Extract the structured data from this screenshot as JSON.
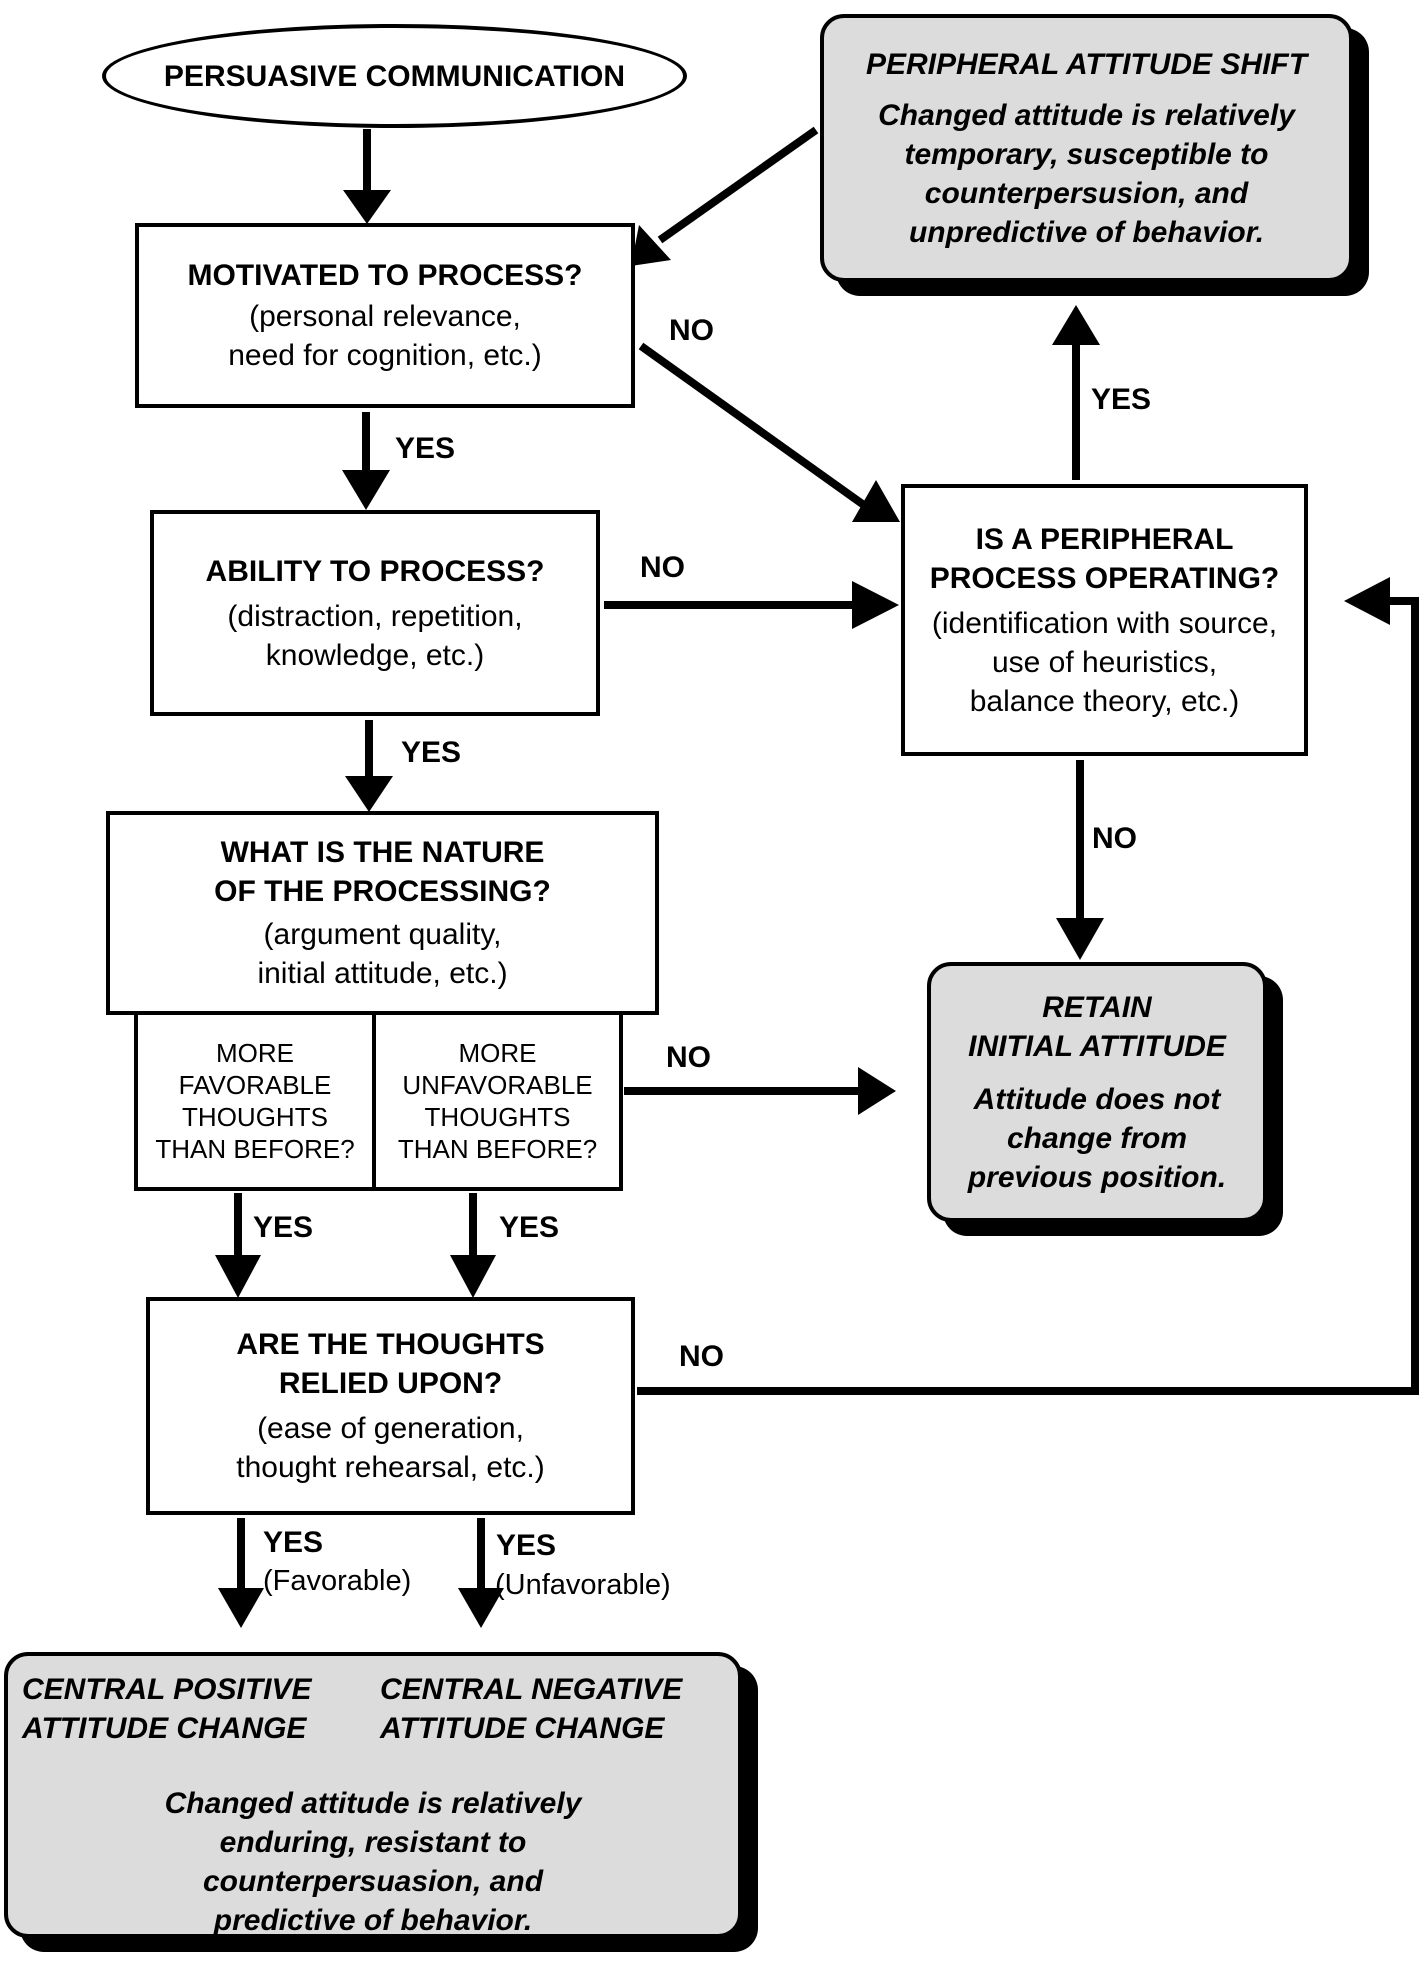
{
  "nodes": {
    "start": "PERSUASIVE COMMUNICATION",
    "motivated": {
      "title": "MOTIVATED TO PROCESS?",
      "line1": "(personal relevance,",
      "line2": "need for cognition, etc.)"
    },
    "ability": {
      "title": "ABILITY TO PROCESS?",
      "line1": "(distraction, repetition,",
      "line2": "knowledge, etc.)"
    },
    "nature": {
      "title1": "WHAT IS THE NATURE",
      "title2": "OF THE PROCESSING?",
      "line1": "(argument quality,",
      "line2": "initial attitude, etc.)"
    },
    "favorable": [
      "MORE",
      "FAVORABLE",
      "THOUGHTS",
      "THAN BEFORE?"
    ],
    "unfavorable": [
      "MORE",
      "UNFAVORABLE",
      "THOUGHTS",
      "THAN BEFORE?"
    ],
    "relied": {
      "title1": "ARE THE THOUGHTS",
      "title2": "RELIED UPON?",
      "line1": "(ease of generation,",
      "line2": "thought rehearsal, etc.)"
    },
    "peripheral_process": {
      "title1": "IS A PERIPHERAL",
      "title2": "PROCESS OPERATING?",
      "line1": "(identification with source,",
      "line2": "use of heuristics,",
      "line3": "balance theory, etc.)"
    },
    "peripheral_shift": {
      "title": "PERIPHERAL ATTITUDE SHIFT",
      "desc": [
        "Changed attitude is relatively",
        "temporary, susceptible to",
        "counterpersusion, and",
        "unpredictive of behavior."
      ]
    },
    "retain": {
      "title1": "RETAIN",
      "title2": "INITIAL ATTITUDE",
      "desc": [
        "Attitude does not",
        "change from",
        "previous position."
      ]
    },
    "central": {
      "pos1": "CENTRAL POSITIVE",
      "pos2": "ATTITUDE CHANGE",
      "neg1": "CENTRAL NEGATIVE",
      "neg2": "ATTITUDE CHANGE",
      "desc": [
        "Changed attitude is relatively",
        "enduring, resistant to",
        "counterpersuasion, and",
        "predictive of behavior."
      ]
    }
  },
  "edge_labels": {
    "yes": "YES",
    "no": "NO",
    "favorable": "(Favorable)",
    "unfavorable": "(Unfavorable)"
  }
}
